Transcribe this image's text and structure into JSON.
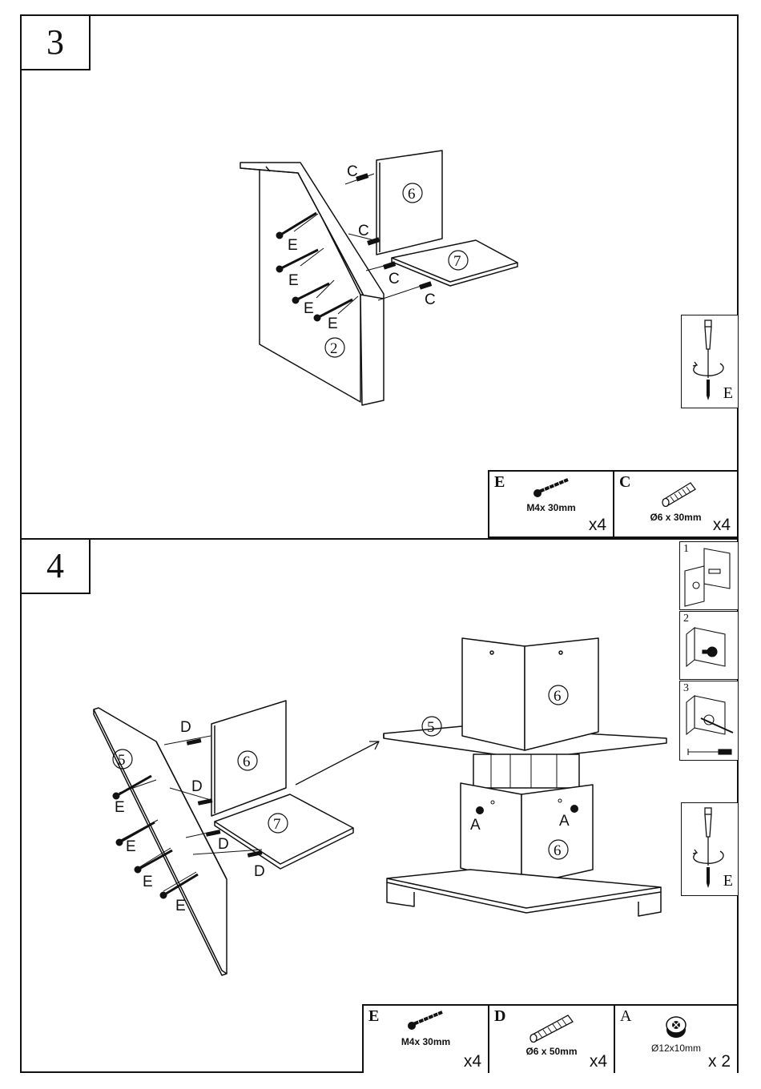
{
  "steps": [
    {
      "number": "3",
      "fastener_labels": [
        "C",
        "C",
        "C",
        "C",
        "E",
        "E",
        "E",
        "E"
      ],
      "panel_numbers": [
        "6",
        "7",
        "2"
      ],
      "tool_letter": "E",
      "parts": [
        {
          "letter": "E",
          "spec": "M4x 30mm",
          "qty": "x4",
          "icon": "screw-icon"
        },
        {
          "letter": "C",
          "spec": "Ø6 x 30mm",
          "qty": "x4",
          "icon": "dowel-icon"
        }
      ]
    },
    {
      "number": "4",
      "fastener_labels": [
        "D",
        "D",
        "D",
        "D",
        "E",
        "E",
        "E",
        "E",
        "A",
        "A"
      ],
      "panel_numbers": [
        "5",
        "6",
        "7",
        "5",
        "6",
        "6"
      ],
      "detail_numbers": [
        "1",
        "2",
        "3"
      ],
      "tool_letter": "E",
      "parts": [
        {
          "letter": "E",
          "spec": "M4x 30mm",
          "qty": "x4",
          "icon": "screw-icon"
        },
        {
          "letter": "D",
          "spec": "Ø6  x  50mm",
          "qty": "x4",
          "icon": "dowel-icon"
        },
        {
          "letter": "A",
          "spec": "Ø12x10mm",
          "qty": "x 2",
          "icon": "cam-lock-icon"
        }
      ]
    }
  ]
}
